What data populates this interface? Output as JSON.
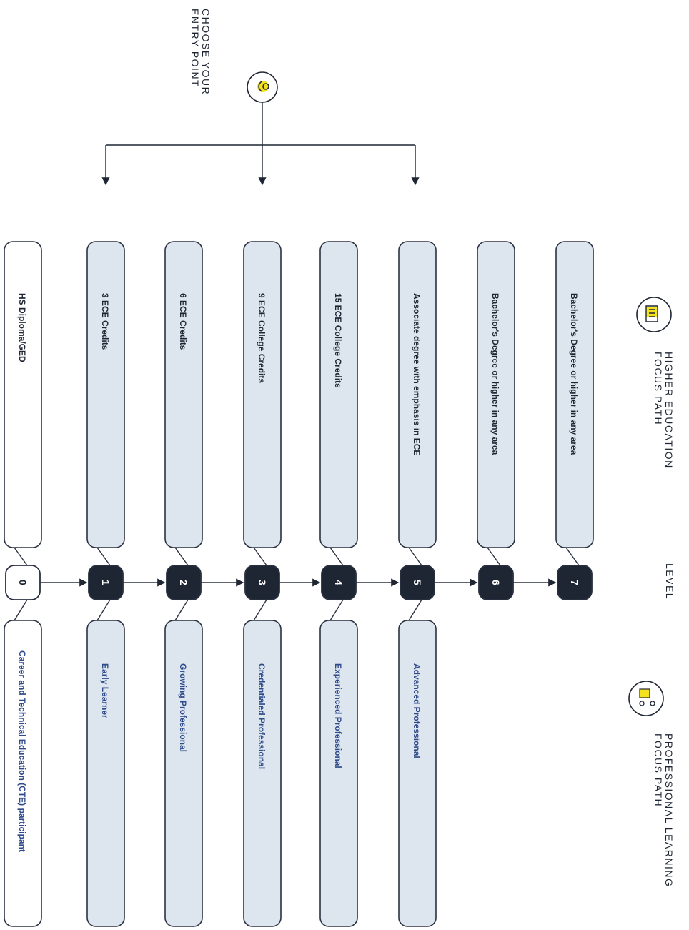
{
  "entry": {
    "label_line1": "CHOOSE YOUR",
    "label_line2": "ENTRY POINT"
  },
  "higher_ed": {
    "title_line1": "HIGHER EDUCATION",
    "title_line2": "FOCUS PATH"
  },
  "level_label": "LEVEL",
  "professional": {
    "title_line1": "PROFESSIONAL LEARNING",
    "title_line2": "FOCUS PATH"
  },
  "levels": [
    {
      "number": "0",
      "education": "HS Diploma/GED",
      "professional": "Career and Technical Education (CTE) participant"
    },
    {
      "number": "1",
      "education": "3 ECE Credits",
      "professional": "Early Learner"
    },
    {
      "number": "2",
      "education": "6 ECE Credits",
      "professional": "Growing Professional"
    },
    {
      "number": "3",
      "education": "9 ECE College Credits",
      "professional": "Credentialed Professional"
    },
    {
      "number": "4",
      "education": "15 ECE College Credits",
      "professional": "Experienced Professional"
    },
    {
      "number": "5",
      "education": "Associate degree with emphasis in ECE",
      "professional": "Advanced Professional"
    },
    {
      "number": "6",
      "education": "Bachelor's Degree or higher in any area",
      "professional": ""
    },
    {
      "number": "7",
      "education": "Bachelor's Degree or higher in any area",
      "professional": ""
    }
  ],
  "colors": {
    "box_fill": "#dde6ef",
    "box_stroke": "#2a3140",
    "level_dark": "#1f2633",
    "professional_text": "#2f4a8a",
    "icon_yellow": "#f4e21e"
  }
}
